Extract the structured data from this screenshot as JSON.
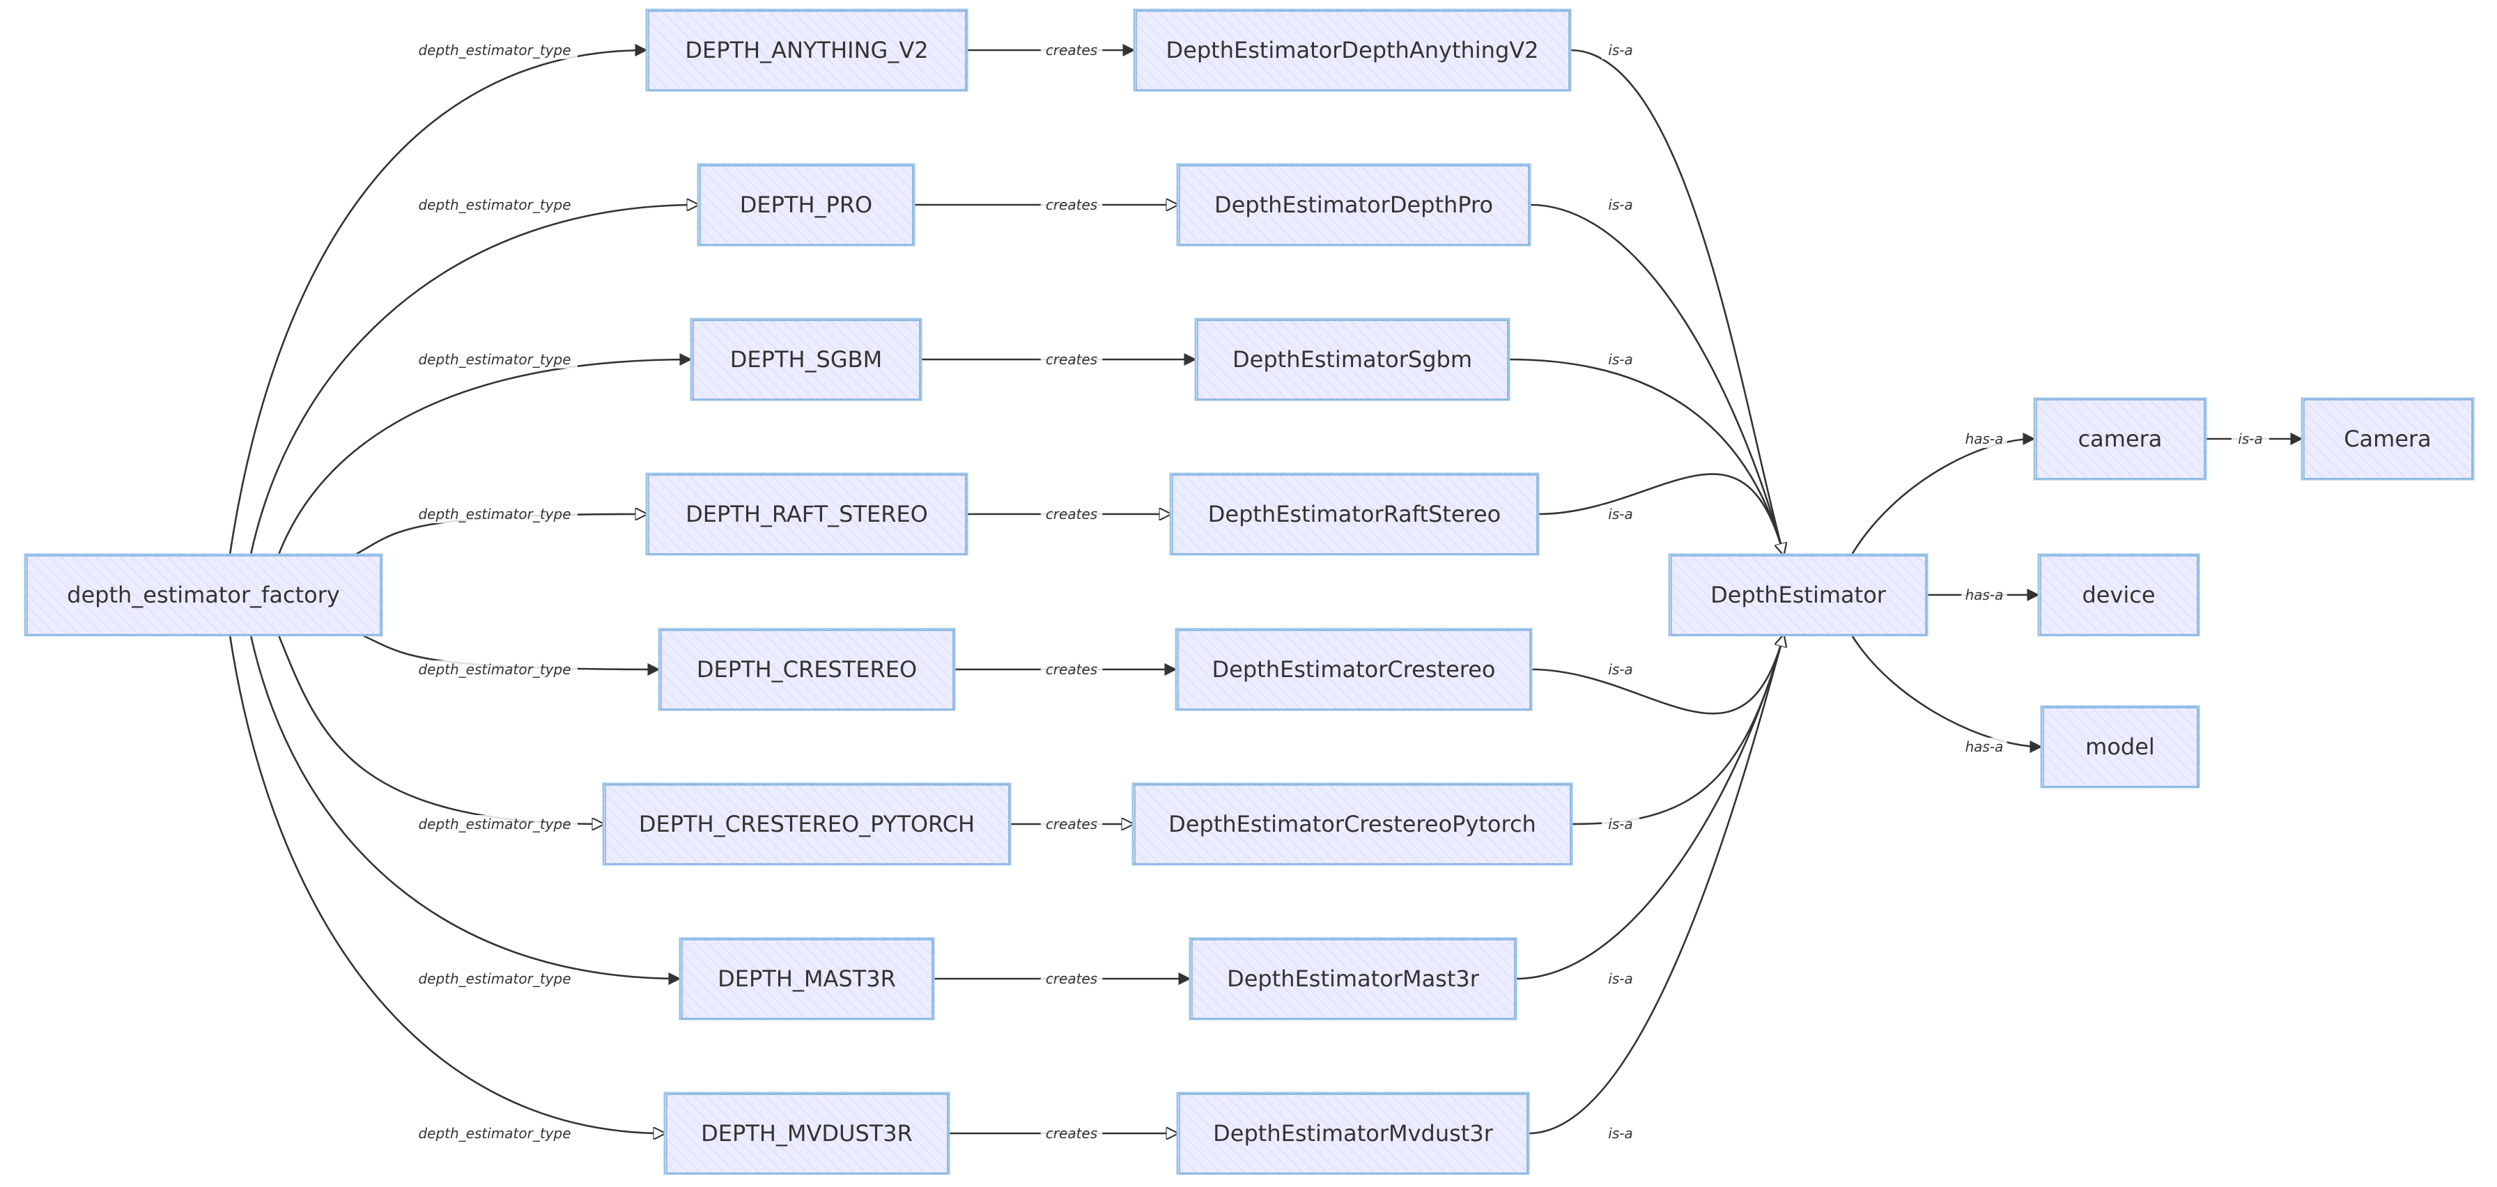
{
  "diagram": {
    "nodes": [
      {
        "id": "factory",
        "label": "depth_estimator_factory"
      },
      {
        "id": "t_anything",
        "label": "DEPTH_ANYTHING_V2"
      },
      {
        "id": "t_pro",
        "label": "DEPTH_PRO"
      },
      {
        "id": "t_sgbm",
        "label": "DEPTH_SGBM"
      },
      {
        "id": "t_raft",
        "label": "DEPTH_RAFT_STEREO"
      },
      {
        "id": "t_crestereo",
        "label": "DEPTH_CRESTEREO"
      },
      {
        "id": "t_crestereo_pt",
        "label": "DEPTH_CRESTEREO_PYTORCH"
      },
      {
        "id": "t_mast3r",
        "label": "DEPTH_MAST3R"
      },
      {
        "id": "t_mvdust3r",
        "label": "DEPTH_MVDUST3R"
      },
      {
        "id": "c_anything",
        "label": "DepthEstimatorDepthAnythingV2"
      },
      {
        "id": "c_pro",
        "label": "DepthEstimatorDepthPro"
      },
      {
        "id": "c_sgbm",
        "label": "DepthEstimatorSgbm"
      },
      {
        "id": "c_raft",
        "label": "DepthEstimatorRaftStereo"
      },
      {
        "id": "c_crestereo",
        "label": "DepthEstimatorCrestereo"
      },
      {
        "id": "c_crestereo_pt",
        "label": "DepthEstimatorCrestereoPytorch"
      },
      {
        "id": "c_mast3r",
        "label": "DepthEstimatorMast3r"
      },
      {
        "id": "c_mvdust3r",
        "label": "DepthEstimatorMvdust3r"
      },
      {
        "id": "base",
        "label": "DepthEstimator"
      },
      {
        "id": "camera",
        "label": "camera"
      },
      {
        "id": "device",
        "label": "device"
      },
      {
        "id": "model",
        "label": "model"
      },
      {
        "id": "Camera",
        "label": "Camera"
      }
    ],
    "edges": [
      {
        "from": "factory",
        "to": "t_anything",
        "label": "depth_estimator_type"
      },
      {
        "from": "factory",
        "to": "t_pro",
        "label": "depth_estimator_type"
      },
      {
        "from": "factory",
        "to": "t_sgbm",
        "label": "depth_estimator_type"
      },
      {
        "from": "factory",
        "to": "t_raft",
        "label": "depth_estimator_type"
      },
      {
        "from": "factory",
        "to": "t_crestereo",
        "label": "depth_estimator_type"
      },
      {
        "from": "factory",
        "to": "t_crestereo_pt",
        "label": "depth_estimator_type"
      },
      {
        "from": "factory",
        "to": "t_mast3r",
        "label": "depth_estimator_type"
      },
      {
        "from": "factory",
        "to": "t_mvdust3r",
        "label": "depth_estimator_type"
      },
      {
        "from": "t_anything",
        "to": "c_anything",
        "label": "creates"
      },
      {
        "from": "t_pro",
        "to": "c_pro",
        "label": "creates"
      },
      {
        "from": "t_sgbm",
        "to": "c_sgbm",
        "label": "creates"
      },
      {
        "from": "t_raft",
        "to": "c_raft",
        "label": "creates"
      },
      {
        "from": "t_crestereo",
        "to": "c_crestereo",
        "label": "creates"
      },
      {
        "from": "t_crestereo_pt",
        "to": "c_crestereo_pt",
        "label": "creates"
      },
      {
        "from": "t_mast3r",
        "to": "c_mast3r",
        "label": "creates"
      },
      {
        "from": "t_mvdust3r",
        "to": "c_mvdust3r",
        "label": "creates"
      },
      {
        "from": "c_anything",
        "to": "base",
        "label": "is-a"
      },
      {
        "from": "c_pro",
        "to": "base",
        "label": "is-a"
      },
      {
        "from": "c_sgbm",
        "to": "base",
        "label": "is-a"
      },
      {
        "from": "c_raft",
        "to": "base",
        "label": "is-a"
      },
      {
        "from": "c_crestereo",
        "to": "base",
        "label": "is-a"
      },
      {
        "from": "c_crestereo_pt",
        "to": "base",
        "label": "is-a"
      },
      {
        "from": "c_mast3r",
        "to": "base",
        "label": "is-a"
      },
      {
        "from": "c_mvdust3r",
        "to": "base",
        "label": "is-a"
      },
      {
        "from": "base",
        "to": "camera",
        "label": "has-a"
      },
      {
        "from": "base",
        "to": "device",
        "label": "has-a"
      },
      {
        "from": "base",
        "to": "model",
        "label": "has-a"
      },
      {
        "from": "camera",
        "to": "Camera",
        "label": "is-a"
      }
    ]
  }
}
